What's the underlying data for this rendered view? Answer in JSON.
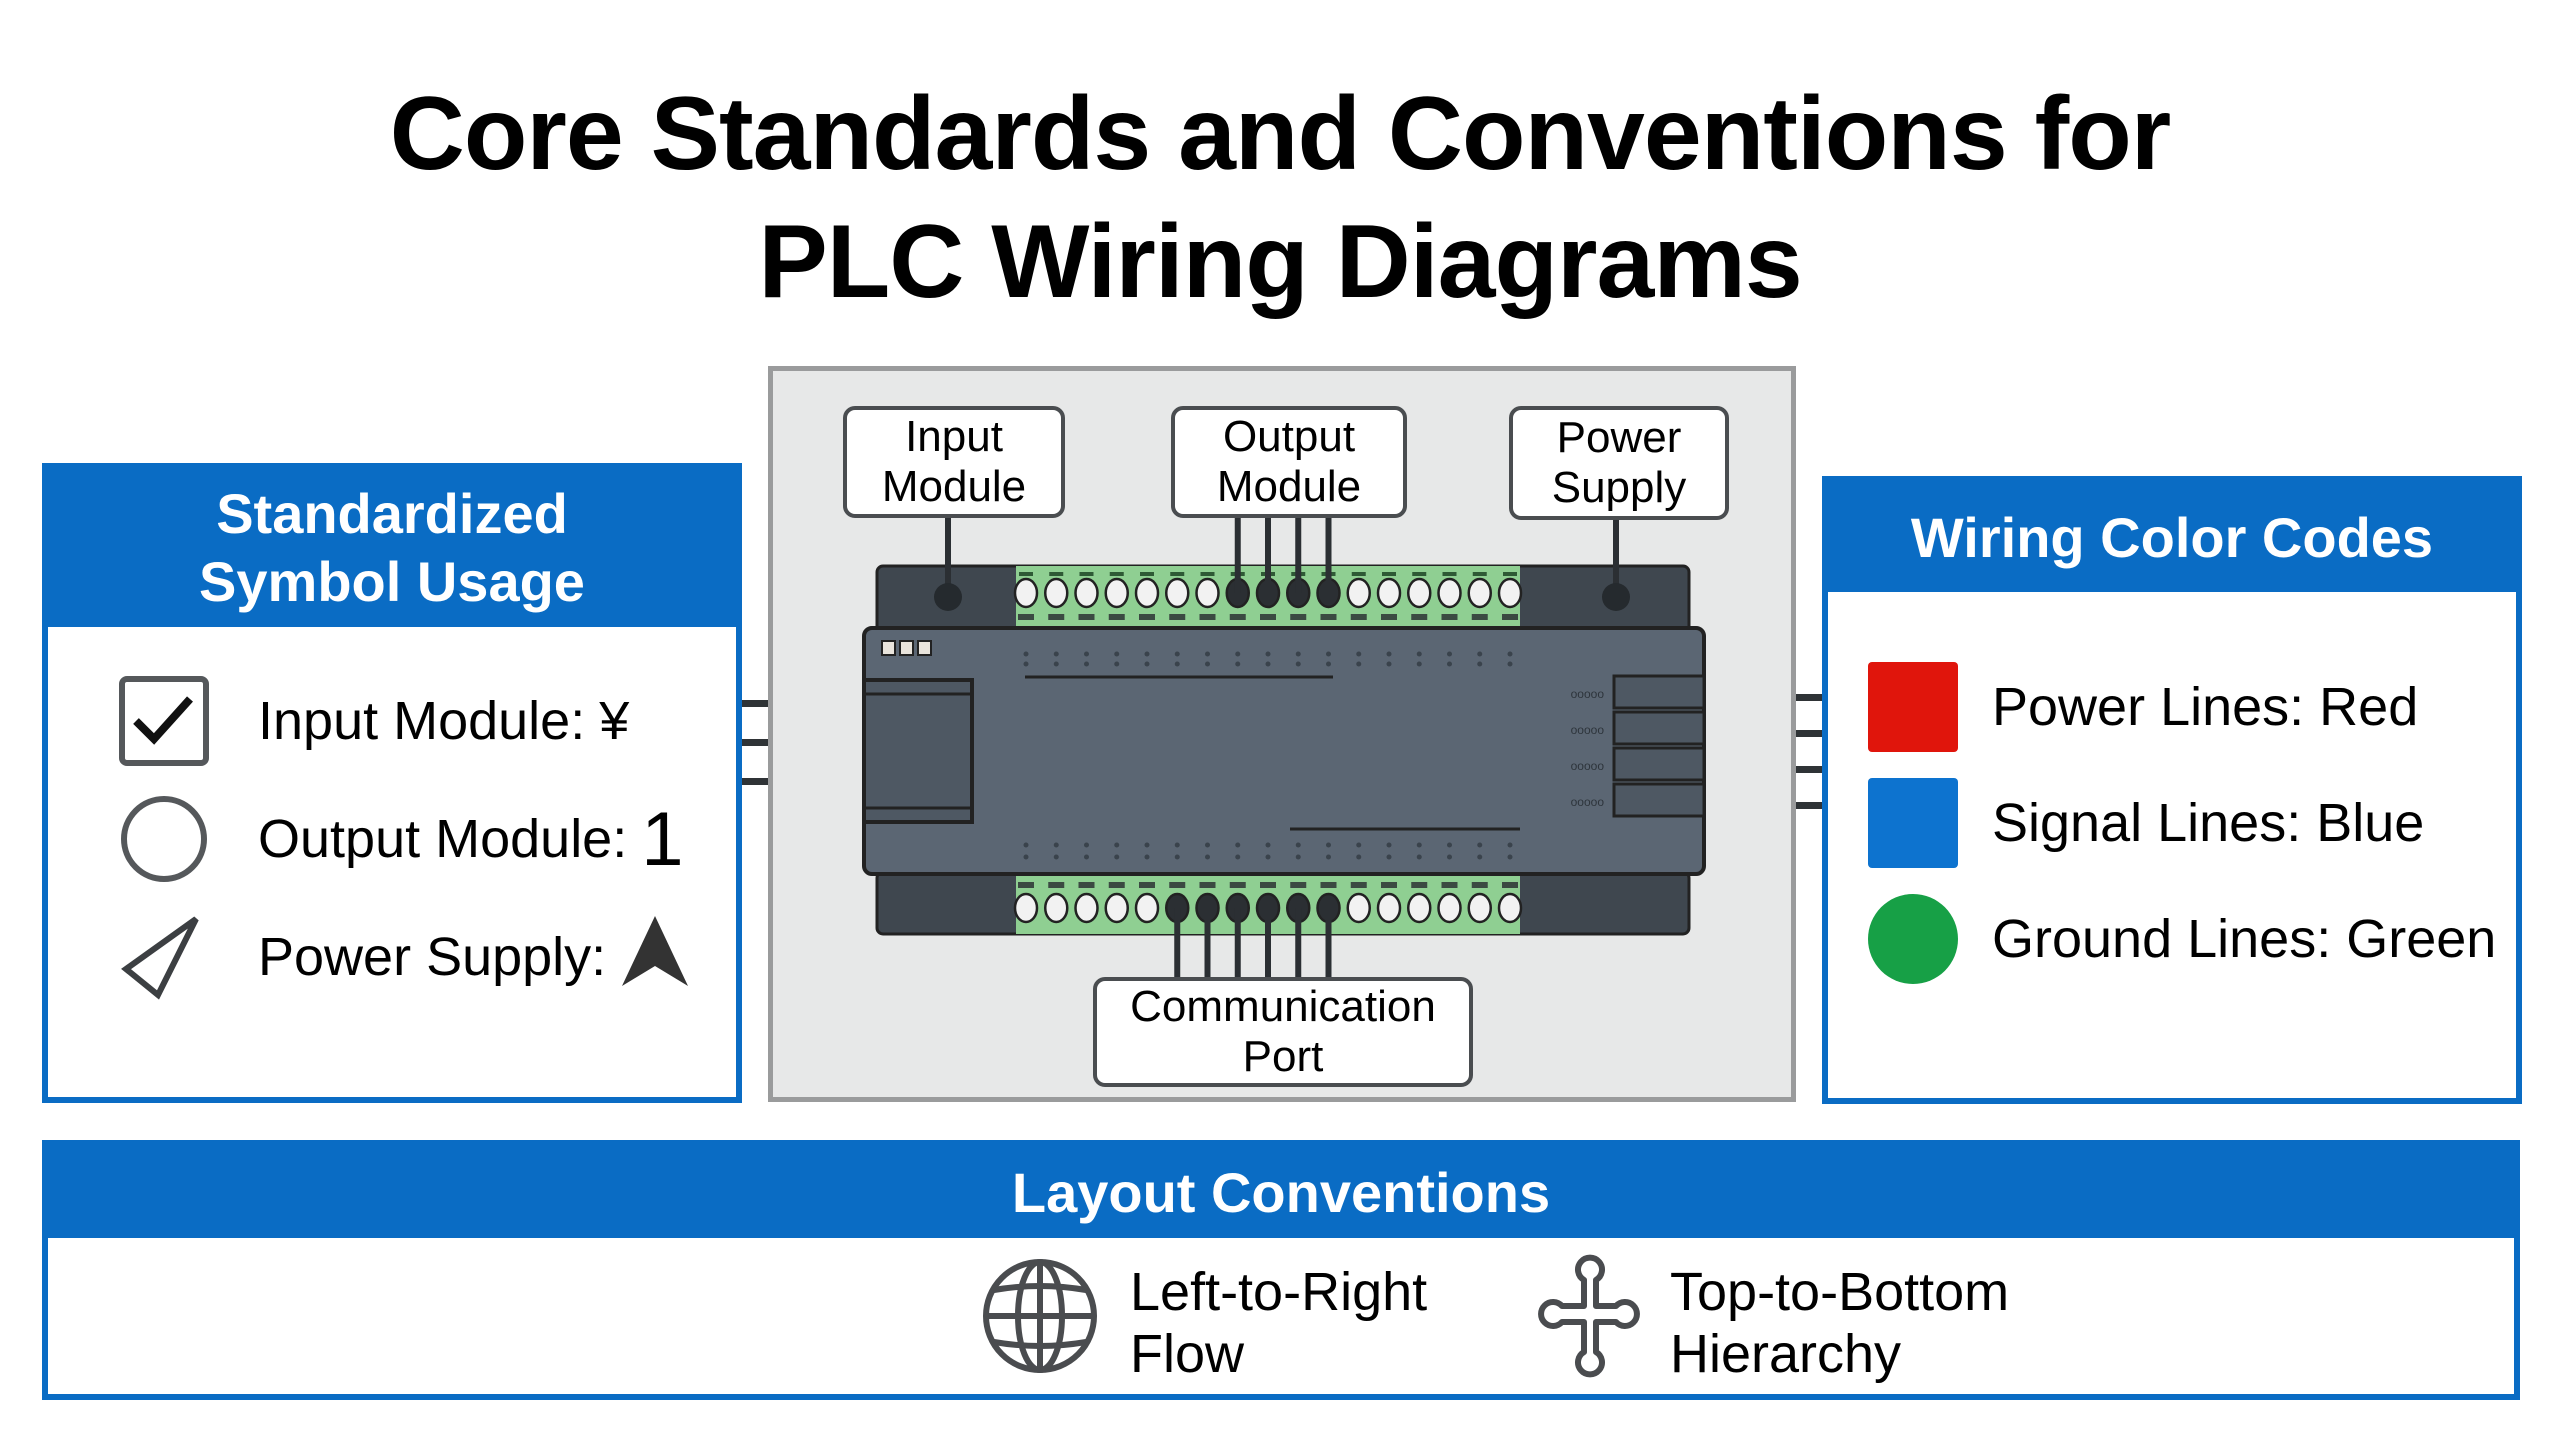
{
  "title": {
    "line1": "Core Standards and Conventions for",
    "line2": "PLC Wiring Diagrams"
  },
  "symbol_panel": {
    "heading_line1": "Standardized",
    "heading_line2": "Symbol Usage",
    "items": [
      {
        "icon": "checkbox-checked-icon",
        "label": "Input Module:",
        "glyph": "¥"
      },
      {
        "icon": "circle-outline-icon",
        "label": "Output Module:",
        "glyph": "1"
      },
      {
        "icon": "triangle-pointer-outline-icon",
        "label": "Power Supply:",
        "glyph": "▲"
      }
    ]
  },
  "diagram": {
    "labels": {
      "input_line1": "Input",
      "input_line2": "Module",
      "output_line1": "Output",
      "output_line2": "Module",
      "power_line1": "Power",
      "power_line2": "Supply",
      "comm_line1": "Communication",
      "comm_line2": "Port"
    },
    "colors": {
      "body": "#5b6673",
      "header_block": "#3f474f",
      "terminal_strip": "#8fcf92",
      "frame_bg": "#e7e8e8"
    },
    "terminals_per_row": 17,
    "top_connected_terminals": [
      8,
      9,
      10,
      11
    ],
    "bottom_connected_terminals": [
      6,
      7,
      8,
      9,
      10,
      11
    ]
  },
  "color_panel": {
    "heading": "Wiring Color Codes",
    "items": [
      {
        "label": "Power Lines: Red",
        "color": "#e0150c",
        "shape": "square"
      },
      {
        "label": "Signal Lines: Blue",
        "color": "#0d73cf",
        "shape": "square"
      },
      {
        "label": "Ground Lines: Green",
        "color": "#17a046",
        "shape": "circle"
      }
    ]
  },
  "layout_panel": {
    "heading": "Layout Conventions",
    "items": [
      {
        "icon": "globe-icon",
        "line1": "Left-to-Right",
        "line2": "Flow"
      },
      {
        "icon": "cross-hierarchy-icon",
        "line1": "Top-to-Bottom",
        "line2": "Hierarchy"
      }
    ]
  },
  "theme": {
    "accent": "#0a6cc4"
  }
}
